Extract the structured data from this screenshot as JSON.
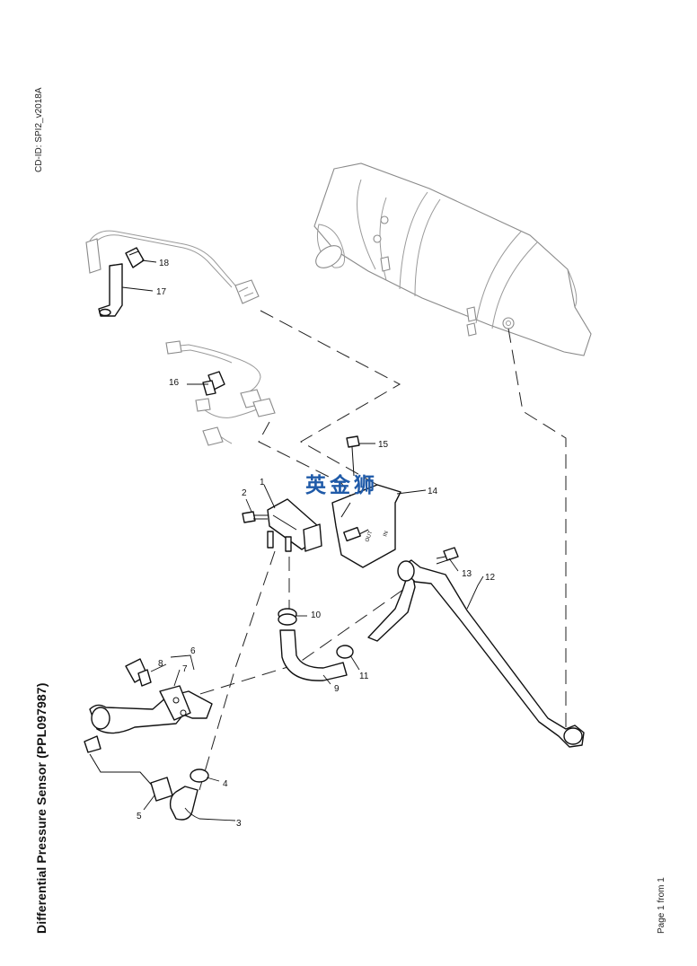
{
  "document": {
    "cd_id": "CD-ID: SPI2_v2018A",
    "title": "Differential Pressure Sensor (PPL097987)",
    "page": "Page 1 from 1",
    "watermark": "英金狮"
  },
  "callouts": [
    {
      "id": "callout-1",
      "label": "1"
    },
    {
      "id": "callout-2",
      "label": "2"
    },
    {
      "id": "callout-3",
      "label": "3"
    },
    {
      "id": "callout-4",
      "label": "4"
    },
    {
      "id": "callout-5",
      "label": "5"
    },
    {
      "id": "callout-6",
      "label": "6"
    },
    {
      "id": "callout-7",
      "label": "7"
    },
    {
      "id": "callout-8",
      "label": "8"
    },
    {
      "id": "callout-9",
      "label": "9"
    },
    {
      "id": "callout-10",
      "label": "10"
    },
    {
      "id": "callout-11",
      "label": "11"
    },
    {
      "id": "callout-12",
      "label": "12"
    },
    {
      "id": "callout-13",
      "label": "13"
    },
    {
      "id": "callout-14",
      "label": "14"
    },
    {
      "id": "callout-15",
      "label": "15"
    },
    {
      "id": "callout-16",
      "label": "16"
    },
    {
      "id": "callout-17",
      "label": "17"
    },
    {
      "id": "callout-18",
      "label": "18"
    }
  ],
  "bracket_marks": {
    "out": "OUT",
    "in": "IN"
  }
}
